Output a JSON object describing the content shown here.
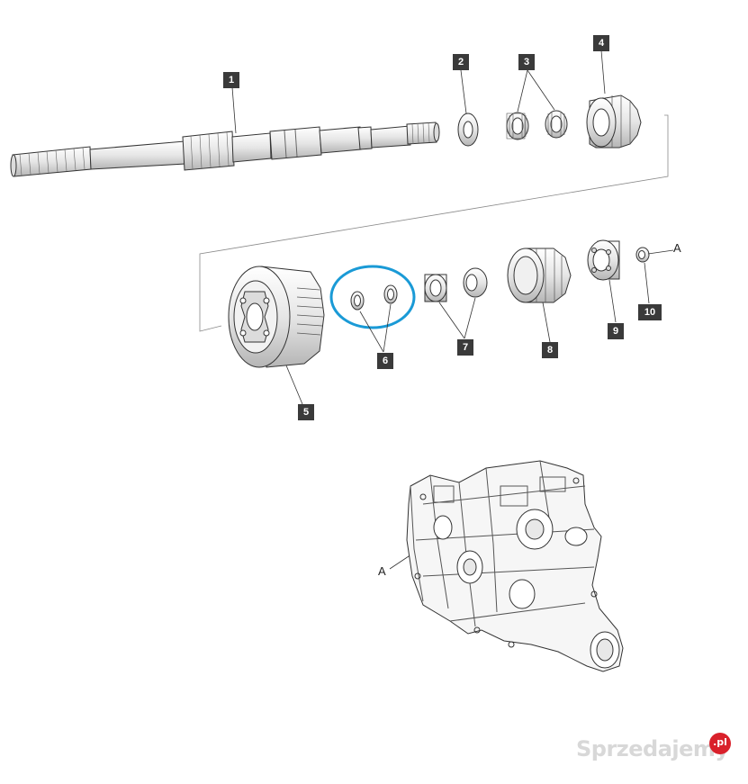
{
  "diagram": {
    "callouts": [
      {
        "id": "c1",
        "label": "1"
      },
      {
        "id": "c2",
        "label": "2"
      },
      {
        "id": "c3",
        "label": "3"
      },
      {
        "id": "c4",
        "label": "4"
      },
      {
        "id": "c5",
        "label": "5"
      },
      {
        "id": "c6",
        "label": "6"
      },
      {
        "id": "c7",
        "label": "7"
      },
      {
        "id": "c8",
        "label": "8"
      },
      {
        "id": "c9",
        "label": "9"
      },
      {
        "id": "c10",
        "label": "10"
      }
    ],
    "reference_letter_right": "A",
    "reference_letter_housing": "A",
    "highlight_color": "#1a9ad6"
  },
  "watermark": {
    "text": "Sprzedajemy",
    "badge": ".pl"
  }
}
